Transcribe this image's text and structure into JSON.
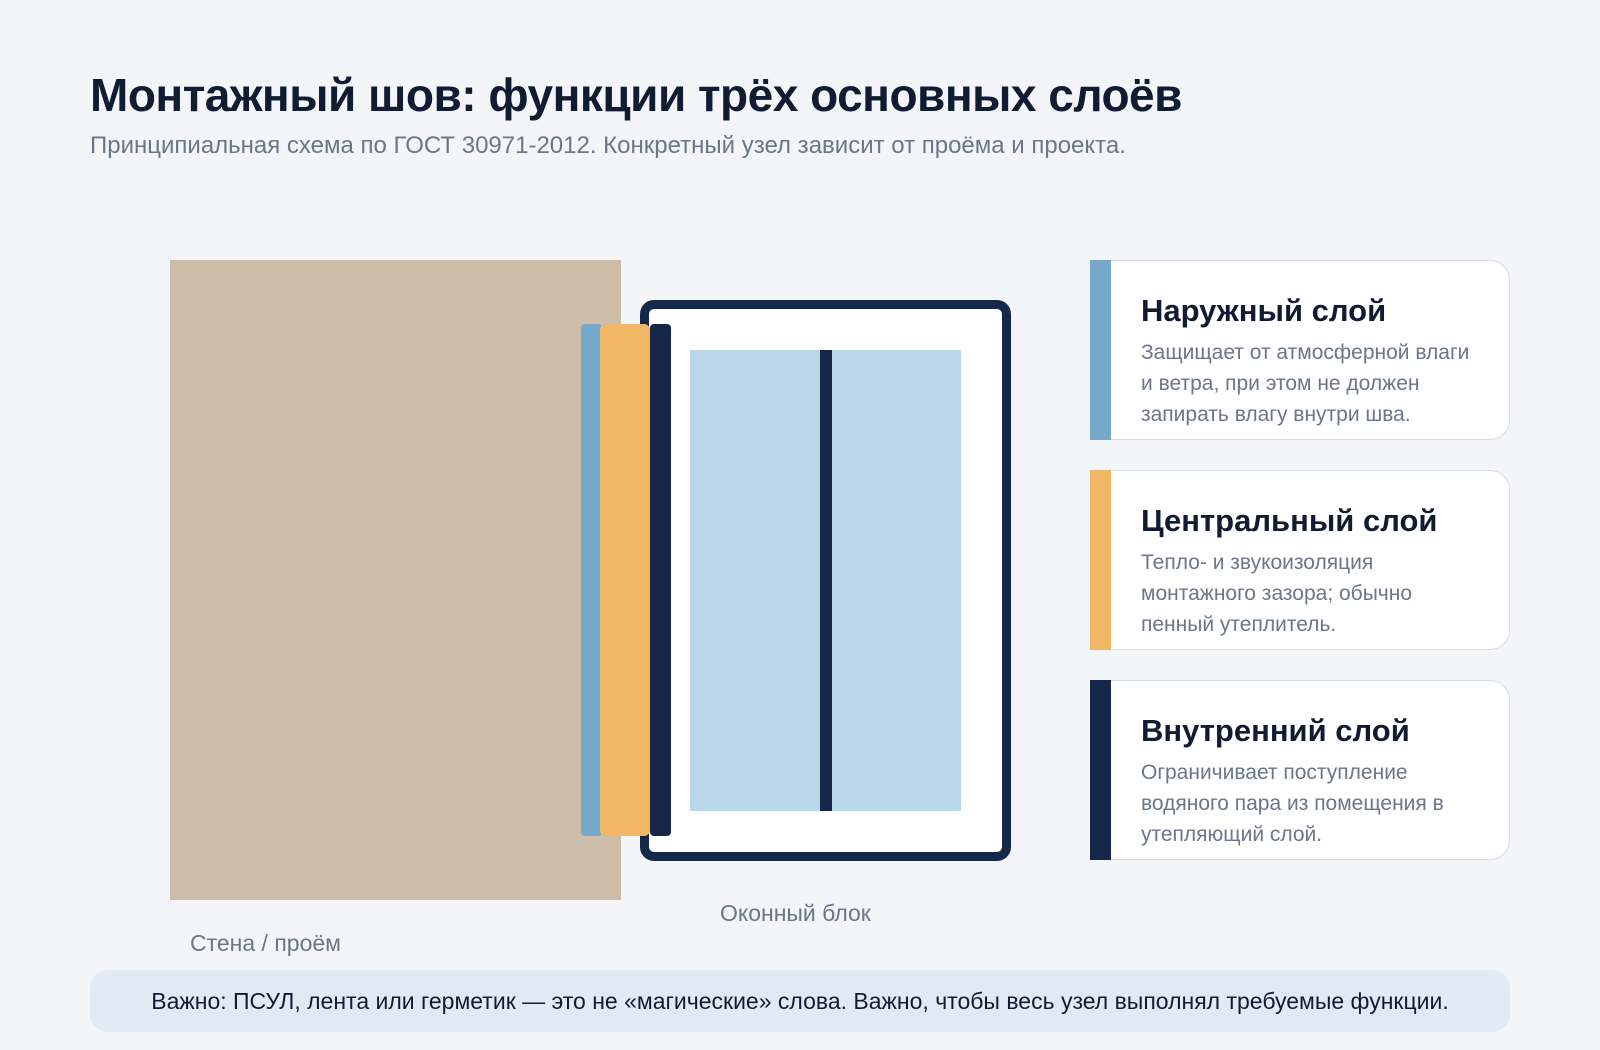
{
  "header": {
    "title": "Монтажный шов: функции трёх основных слоёв",
    "subtitle": "Принципиальная схема по ГОСТ 30971-2012. Конкретный узел зависит от проёма и проекта."
  },
  "diagram": {
    "wall_label": "Стена / проём",
    "window_label": "Оконный блок",
    "colors": {
      "wall": "#cdbda8",
      "outer_layer": "#74a9c9",
      "central_layer": "#f2b764",
      "inner_layer": "#15284a",
      "glass": "#b8d7e9",
      "frame": "#15284a"
    }
  },
  "layers": [
    {
      "title": "Наружный слой",
      "text": "Защищает от атмосферной влаги и ветра, при этом не должен запирать влагу внутри шва.",
      "color": "#74a9c9"
    },
    {
      "title": "Центральный слой",
      "text": "Тепло- и звукоизоляция монтажного зазора; обычно пенный утеплитель.",
      "color": "#f2b764"
    },
    {
      "title": "Внутренний слой",
      "text": "Ограничивает поступление водяного пара из помещения в утепляющий слой.",
      "color": "#15284a"
    }
  ],
  "note": {
    "text": "Важно: ПСУЛ, лента или герметик — это не «магические» слова. Важно, чтобы весь узел выполнял требуемые функции."
  }
}
